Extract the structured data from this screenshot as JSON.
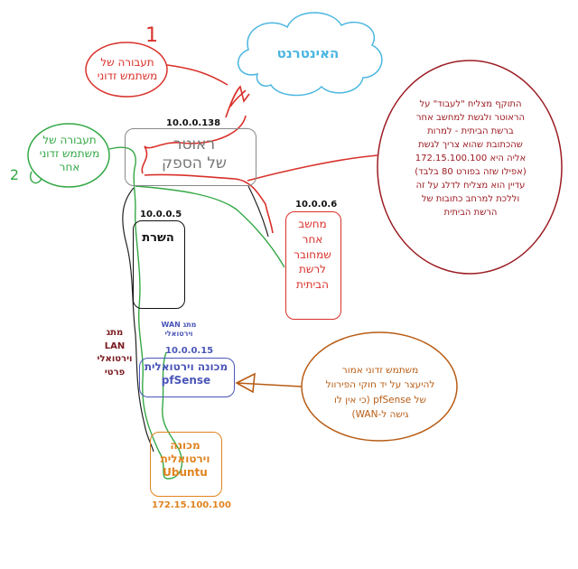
{
  "colors": {
    "red": "#d9302a",
    "green": "#34a845",
    "blue": "#4a56b8",
    "orange": "#e0831f",
    "brown": "#b85c14",
    "cyan": "#4ab6e0",
    "gray": "#888888",
    "maroon": "#7a1b20",
    "black": "#111111"
  },
  "nodes": {
    "internet": {
      "label": "האינטרנט"
    },
    "router": {
      "label": "ראוטר\nשל הספק",
      "ip": "10.0.0.138"
    },
    "server": {
      "label": "השרת",
      "ip": "10.0.0.5"
    },
    "other_pc": {
      "label": "מחשב\nאחר\nשמחובר\nלרשת\nהביתית",
      "ip": "10.0.0.6"
    },
    "pfsense": {
      "label": "מכונה וירטואלית\npfSense",
      "ip": "10.0.0.15",
      "wan_label": "מתג WAN\nוירטואלי"
    },
    "ubuntu": {
      "label": "מכונה\nוירטואלית\nUbuntu",
      "ip": "172.15.100.100"
    },
    "lan_switch": {
      "label": "מתג\nLAN\nוירטואלי\nפרטי"
    }
  },
  "callouts": {
    "step1_number": "1",
    "step1": "תעבורה של\nמשתמש זדוני",
    "step2_number": "2",
    "step2": "תעבורה של\nמשתמש זדוני\nאחר",
    "attacker_note": "התוקף מצליח \"לעבוד\" על\nהראוטר ולגשת למחשב אחר\nברשת הביתית - למרות\nשהכתובת שהוא צריך לגשת\nאליה היא 172.15.100.100\n(אפילו שזה בפורט 80 בלבד)\nעדיין הוא מצליח לדלג על זה\nוללכת למרחב כתובות של\nהרשת הביתית",
    "pfsense_note": "משתמש זדוני אמור\nלהיעצר על יד חוקי הפירוול\nשל pfSense (כי אין לו\nגישה ל-WAN)"
  }
}
